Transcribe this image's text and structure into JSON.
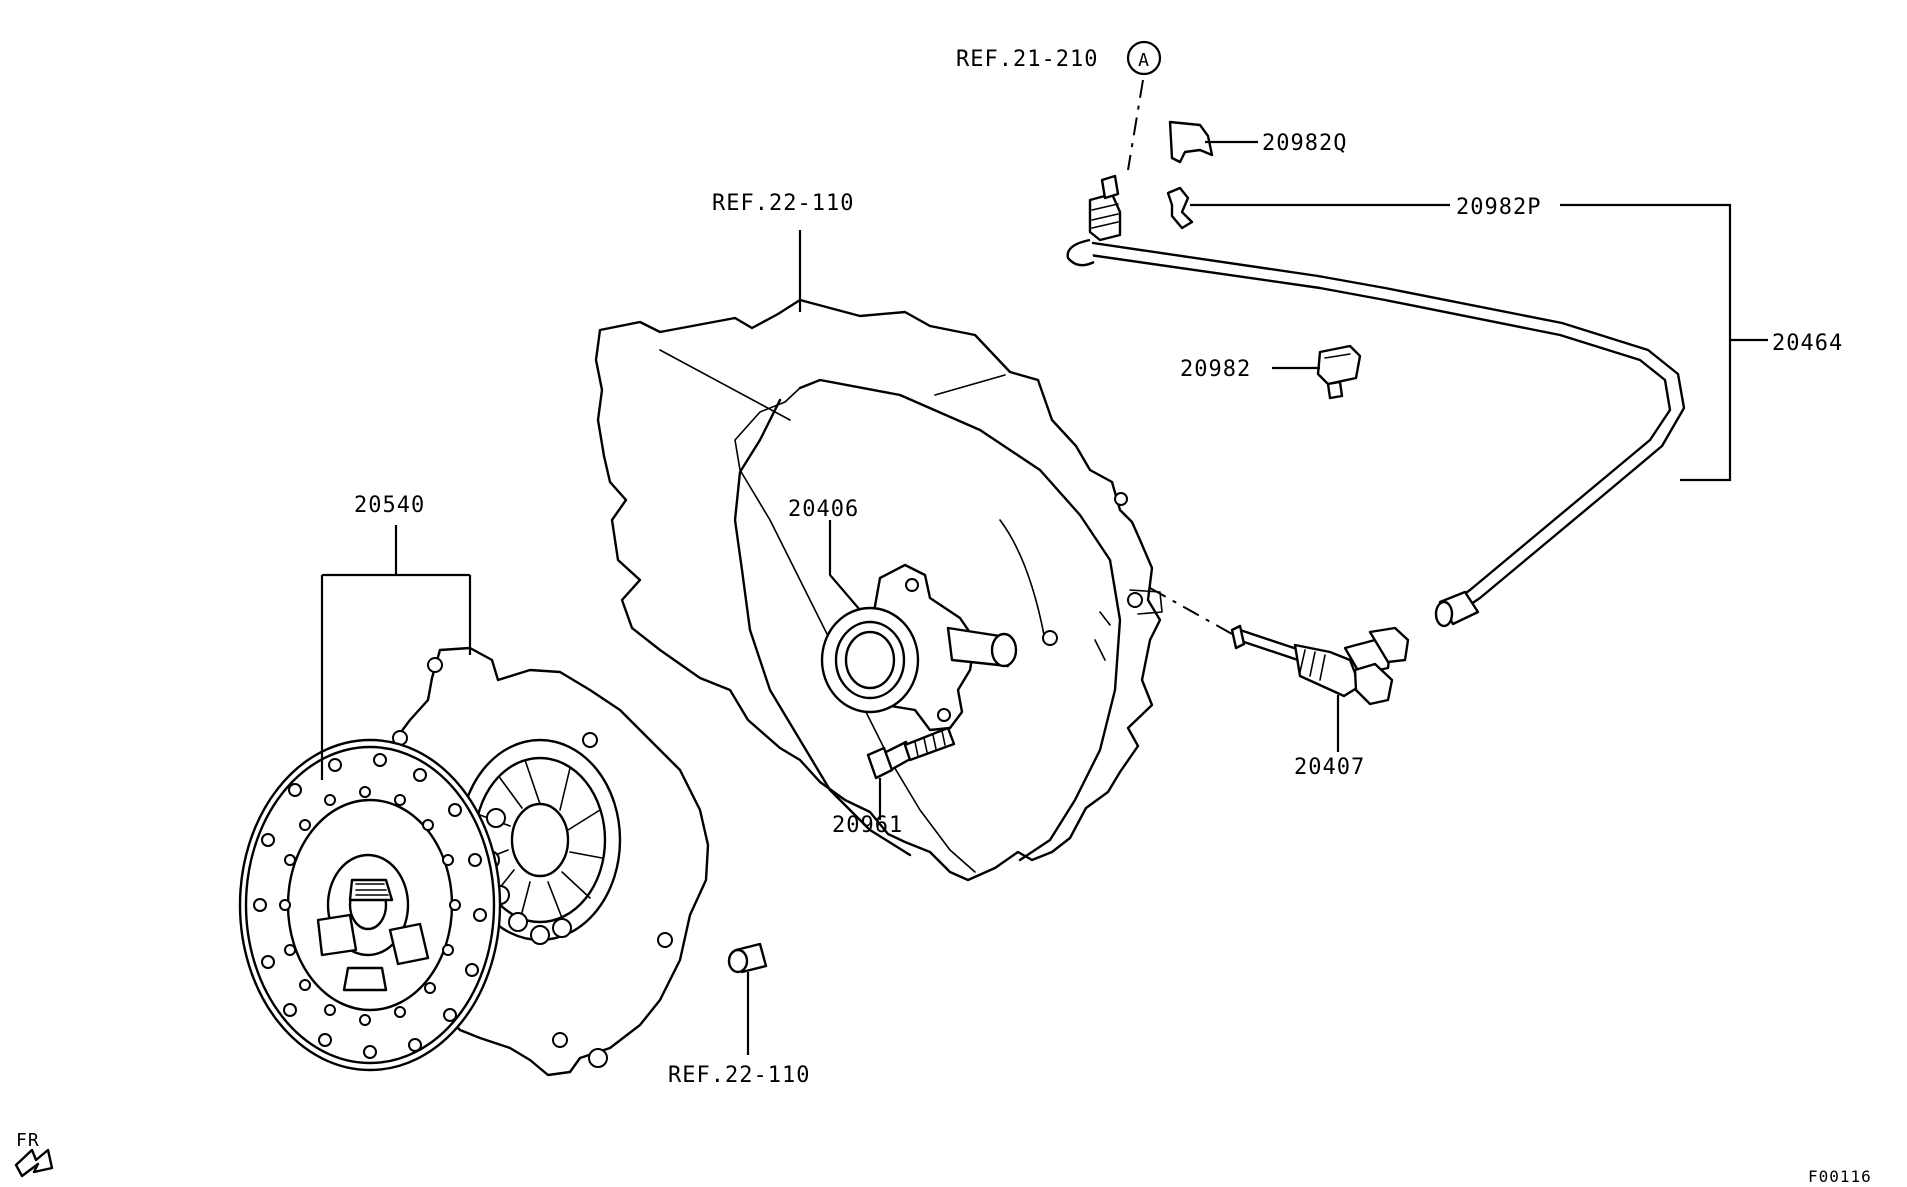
{
  "labels": {
    "ref_21_210": "REF.21-210",
    "circle_a": "A",
    "p20982q": "20982Q",
    "ref_22_110_top": "REF.22-110",
    "p20982p": "20982P",
    "p20464": "20464",
    "p20982": "20982",
    "p20540": "20540",
    "p20406": "20406",
    "p20961": "20961",
    "p20407": "20407",
    "ref_22_110_bottom": "REF.22-110",
    "fr": "FR",
    "code": "F00116"
  }
}
